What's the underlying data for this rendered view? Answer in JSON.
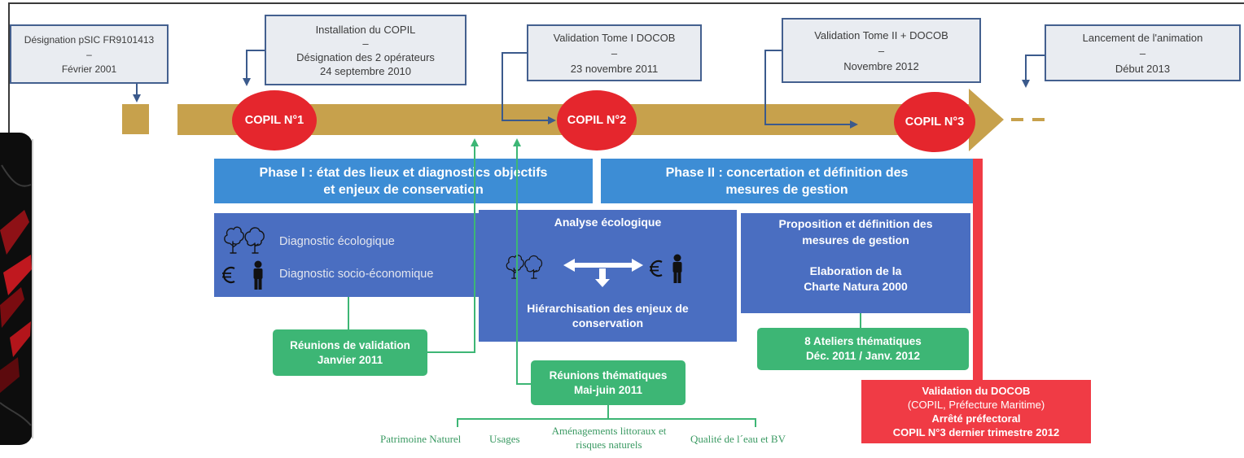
{
  "colors": {
    "timeline": "#C7A14C",
    "copil": "#E5262D",
    "phase": "#3D8DD5",
    "block": "#4A6EC1",
    "meeting": "#3DB675",
    "validation": "#F03B45",
    "connector": "#3B5A8C",
    "milestone_fill": "#E9ECF1",
    "milestone_border": "#44608F",
    "theme_text": "#3B9A63"
  },
  "milestones": [
    {
      "title": "Désignation pSIC FR9101413",
      "sep": "–",
      "date": "Février 2001"
    },
    {
      "title": "Installation du COPIL",
      "sep": "–",
      "detail": "Désignation des 2 opérateurs",
      "date": "24 septembre 2010"
    },
    {
      "title": "Validation Tome I DOCOB",
      "sep": "–",
      "date": "23 novembre 2011"
    },
    {
      "title": "Validation Tome II + DOCOB",
      "sep": "–",
      "date": "Novembre 2012"
    },
    {
      "title": "Lancement de l'animation",
      "sep": "–",
      "date": "Début 2013"
    }
  ],
  "copil": [
    "COPIL N°1",
    "COPIL N°2",
    "COPIL N°3"
  ],
  "phases": [
    {
      "line1": "Phase I : état des lieux et diagnostics objectifs",
      "line2": "et enjeux de conservation"
    },
    {
      "line1": "Phase II : concertation et définition des",
      "line2": "mesures de gestion"
    }
  ],
  "diagnostics": {
    "items": [
      {
        "label": "Diagnostic écologique",
        "icon": "trees-icon"
      },
      {
        "label": "Diagnostic socio-économique",
        "icon": "euro-person-icon"
      }
    ]
  },
  "analysis": {
    "title": "Analyse écologique",
    "icons": [
      "trees-icon",
      "double-arrow-icon",
      "down-arrow-icon",
      "euro-person-icon"
    ],
    "result_line1": "Hiérarchisation des enjeux de",
    "result_line2": "conservation"
  },
  "measures": {
    "line1": "Proposition et définition des",
    "line2": "mesures de gestion",
    "line3": "Elaboration de la",
    "line4": "Charte Natura 2000"
  },
  "meetings": [
    {
      "title": "Réunions de validation",
      "date": "Janvier 2011"
    },
    {
      "title": "Réunions thématiques",
      "date": "Mai-juin 2011"
    },
    {
      "title": "8 Ateliers thématiques",
      "date": "Déc. 2011 / Janv. 2012"
    }
  ],
  "themes": [
    {
      "label": "Patrimoine Naturel"
    },
    {
      "label": "Usages"
    },
    {
      "line1": "Aménagements littoraux et",
      "line2": "risques naturels"
    },
    {
      "label": "Qualité de l´eau et BV"
    }
  ],
  "validation": {
    "title": "Validation du DOCOB",
    "bodies": "(COPIL, Préfecture Maritime)",
    "decree": "Arrêté préfectoral",
    "date": "COPIL N°3 dernier trimestre 2012"
  }
}
